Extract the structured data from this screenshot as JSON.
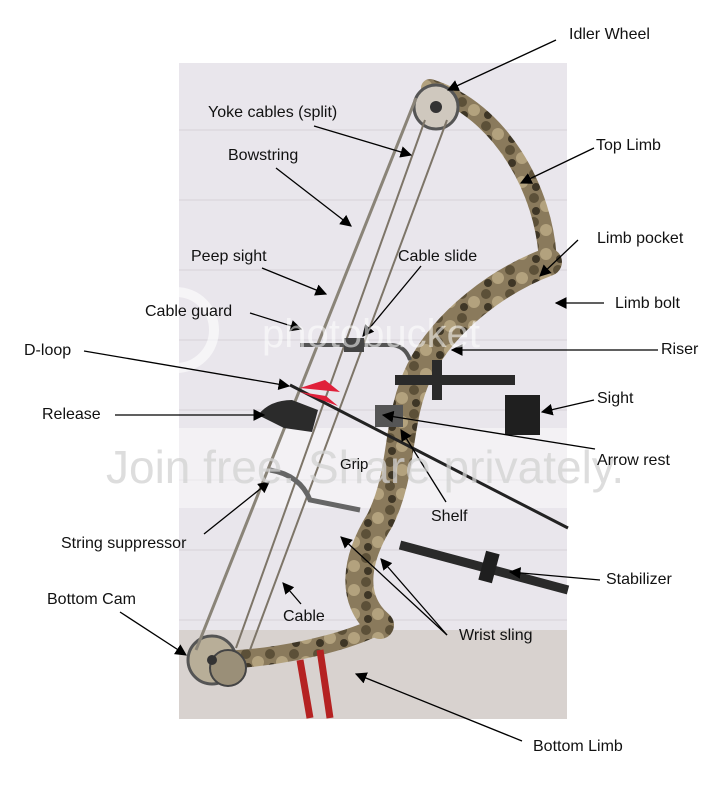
{
  "labels": {
    "idler_wheel": "Idler Wheel",
    "yoke_cables": "Yoke cables (split)",
    "top_limb": "Top Limb",
    "bowstring": "Bowstring",
    "limb_pocket": "Limb pocket",
    "peep_sight": "Peep sight",
    "cable_slide": "Cable slide",
    "limb_bolt": "Limb bolt",
    "cable_guard": "Cable guard",
    "d_loop": "D-loop",
    "riser": "Riser",
    "release": "Release",
    "sight": "Sight",
    "arrow_rest": "Arrow rest",
    "grip": "Grip",
    "shelf": "Shelf",
    "string_suppressor": "String suppressor",
    "stabilizer": "Stabilizer",
    "bottom_cam": "Bottom Cam",
    "cable": "Cable",
    "wrist_sling": "Wrist sling",
    "bottom_limb": "Bottom Limb"
  },
  "watermark": {
    "logo_text": "photobucket",
    "banner_text": "Join free. Share privately."
  },
  "colors": {
    "background_wall": "#e9e6ec",
    "floor": "#d8d2cf",
    "camo": "#8a7a5c",
    "arrow_fletch": "#e0203a",
    "callout_line": "#000000"
  }
}
